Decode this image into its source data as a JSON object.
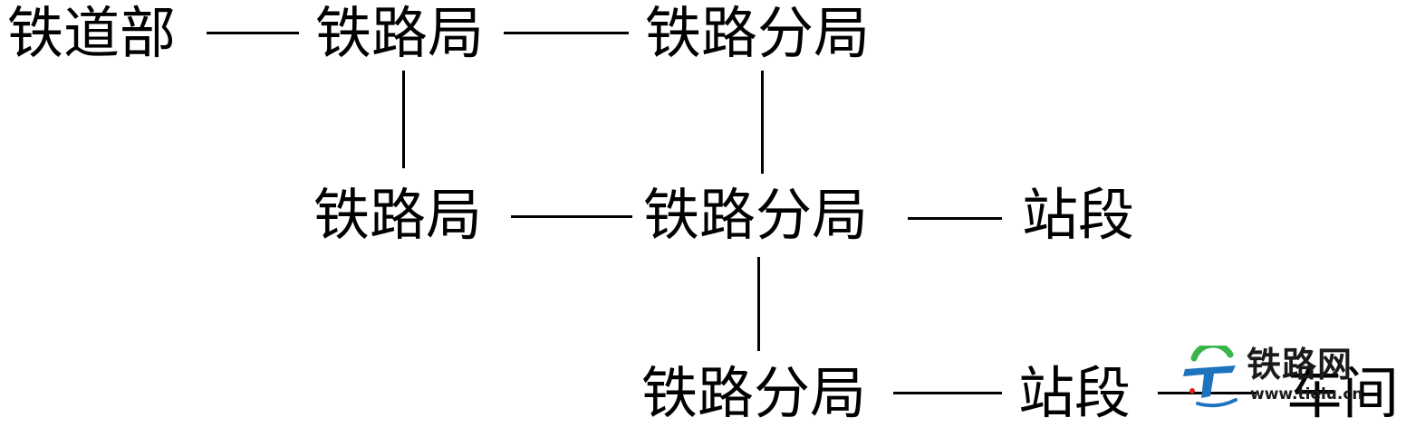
{
  "diagram": {
    "nodes": {
      "ministry": "铁道部",
      "bureau_top": "铁路局",
      "branch_top": "铁路分局",
      "bureau_mid": "铁路局",
      "branch_mid": "铁路分局",
      "station_mid": "站段",
      "branch_bottom": "铁路分局",
      "station_bottom": "站段",
      "workshop_partial": "车间"
    }
  },
  "watermark": {
    "name": "铁路网",
    "url": "www.tielu.cn",
    "colors": {
      "blue": "#1e73be",
      "green": "#39b54a",
      "red": "#e2231a"
    }
  }
}
